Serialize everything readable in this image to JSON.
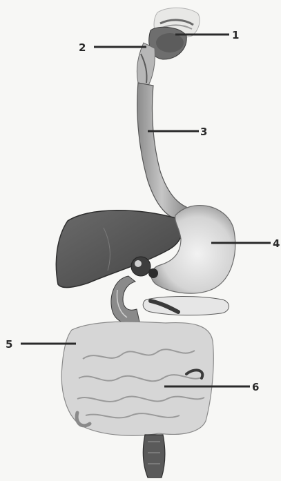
{
  "diagram": {
    "labels": [
      {
        "id": "1",
        "text": "1"
      },
      {
        "id": "2",
        "text": "2"
      },
      {
        "id": "3",
        "text": "3"
      },
      {
        "id": "4",
        "text": "4"
      },
      {
        "id": "5",
        "text": "5"
      },
      {
        "id": "6",
        "text": "6"
      }
    ]
  },
  "colors": {
    "background": "#f7f7f5",
    "liver": "#5a5a5a",
    "stomach": "#d9d9d9",
    "intestine": "#c8c8c8",
    "line": "#2a2a2a"
  }
}
